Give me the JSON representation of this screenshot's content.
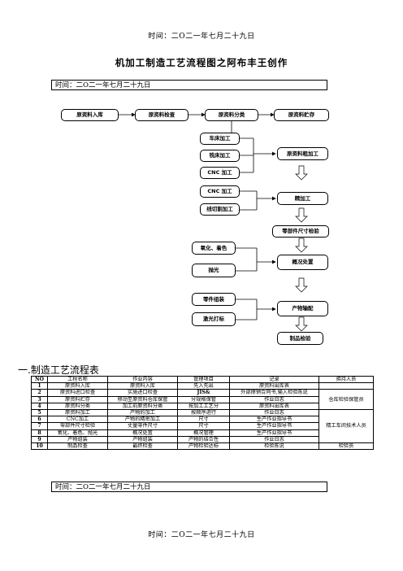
{
  "header_date": "时间：二O二一年七月二十九日",
  "footer_date": "时间：二O二一年七月二十九日",
  "title": "机加工制造工艺流程图之阿布丰王创作",
  "date_box_top": "时间：二O二一年七月二十九日",
  "date_box_bottom": "时间：二O二一年七月二十九日",
  "flow": {
    "n1": "原资料入库",
    "n2": "原资料检查",
    "n3": "原资料分类",
    "n4": "原资料贮存",
    "n5": "车床加工",
    "n6": "铣床加工",
    "n7": "CNC 加工",
    "n8": "原资料粗加工",
    "n9": "CNC 加工",
    "n10": "线切割加工",
    "n11": "精加工",
    "n12": "零部件尺寸检验",
    "n13": "氧化、着色",
    "n14": "概况处置",
    "n15": "抛光",
    "n16": "零件组装",
    "n17": "产物输配",
    "n18": "激光打标",
    "n19": "制品检验"
  },
  "section_title": "一.制造工艺流程表",
  "table": {
    "headers": [
      "NO",
      "工程名称",
      "作业内容",
      "管理项目",
      "记录",
      "担持人员"
    ],
    "rows": [
      [
        "1",
        "原资料入库",
        "原资料入库",
        "先入先出",
        "原资料出库表"
      ],
      [
        "2",
        "原资料进口检查",
        "实施进口检查",
        "JIS&",
        "外部擦销合同书,输入检验陈说"
      ],
      [
        "3",
        "原资料贮存",
        "移动至原资料仓库保管",
        "分规格保管",
        "作业日志"
      ],
      [
        "4",
        "原资料分类",
        "加工前原资料分类",
        "按加工工艺分",
        "原资料出库表"
      ],
      [
        "5",
        "原资料加工",
        "产物的加工",
        "按顺序进行",
        "作业日志"
      ],
      [
        "6",
        "CNC加工",
        "产物的精密加工",
        "尺寸",
        "生产作业指导书"
      ],
      [
        "7",
        "零部件尺寸检验",
        "丈量零件尺寸",
        "尺寸",
        "生产作业指导书"
      ],
      [
        "8",
        "氧化、着色、抛光",
        "概况处置",
        "概况管理",
        "生产作业指导书"
      ],
      [
        "9",
        "产物组装",
        "产物组装",
        "产物的结合性",
        "作业日志"
      ],
      [
        "10",
        "制品检查",
        "最终检查",
        "产物检验达标",
        "检验陈说"
      ]
    ],
    "staff_group_1": "仓库检验保管员",
    "staff_group_2": "精工车间技术人员",
    "staff_group_3": "检验员"
  }
}
